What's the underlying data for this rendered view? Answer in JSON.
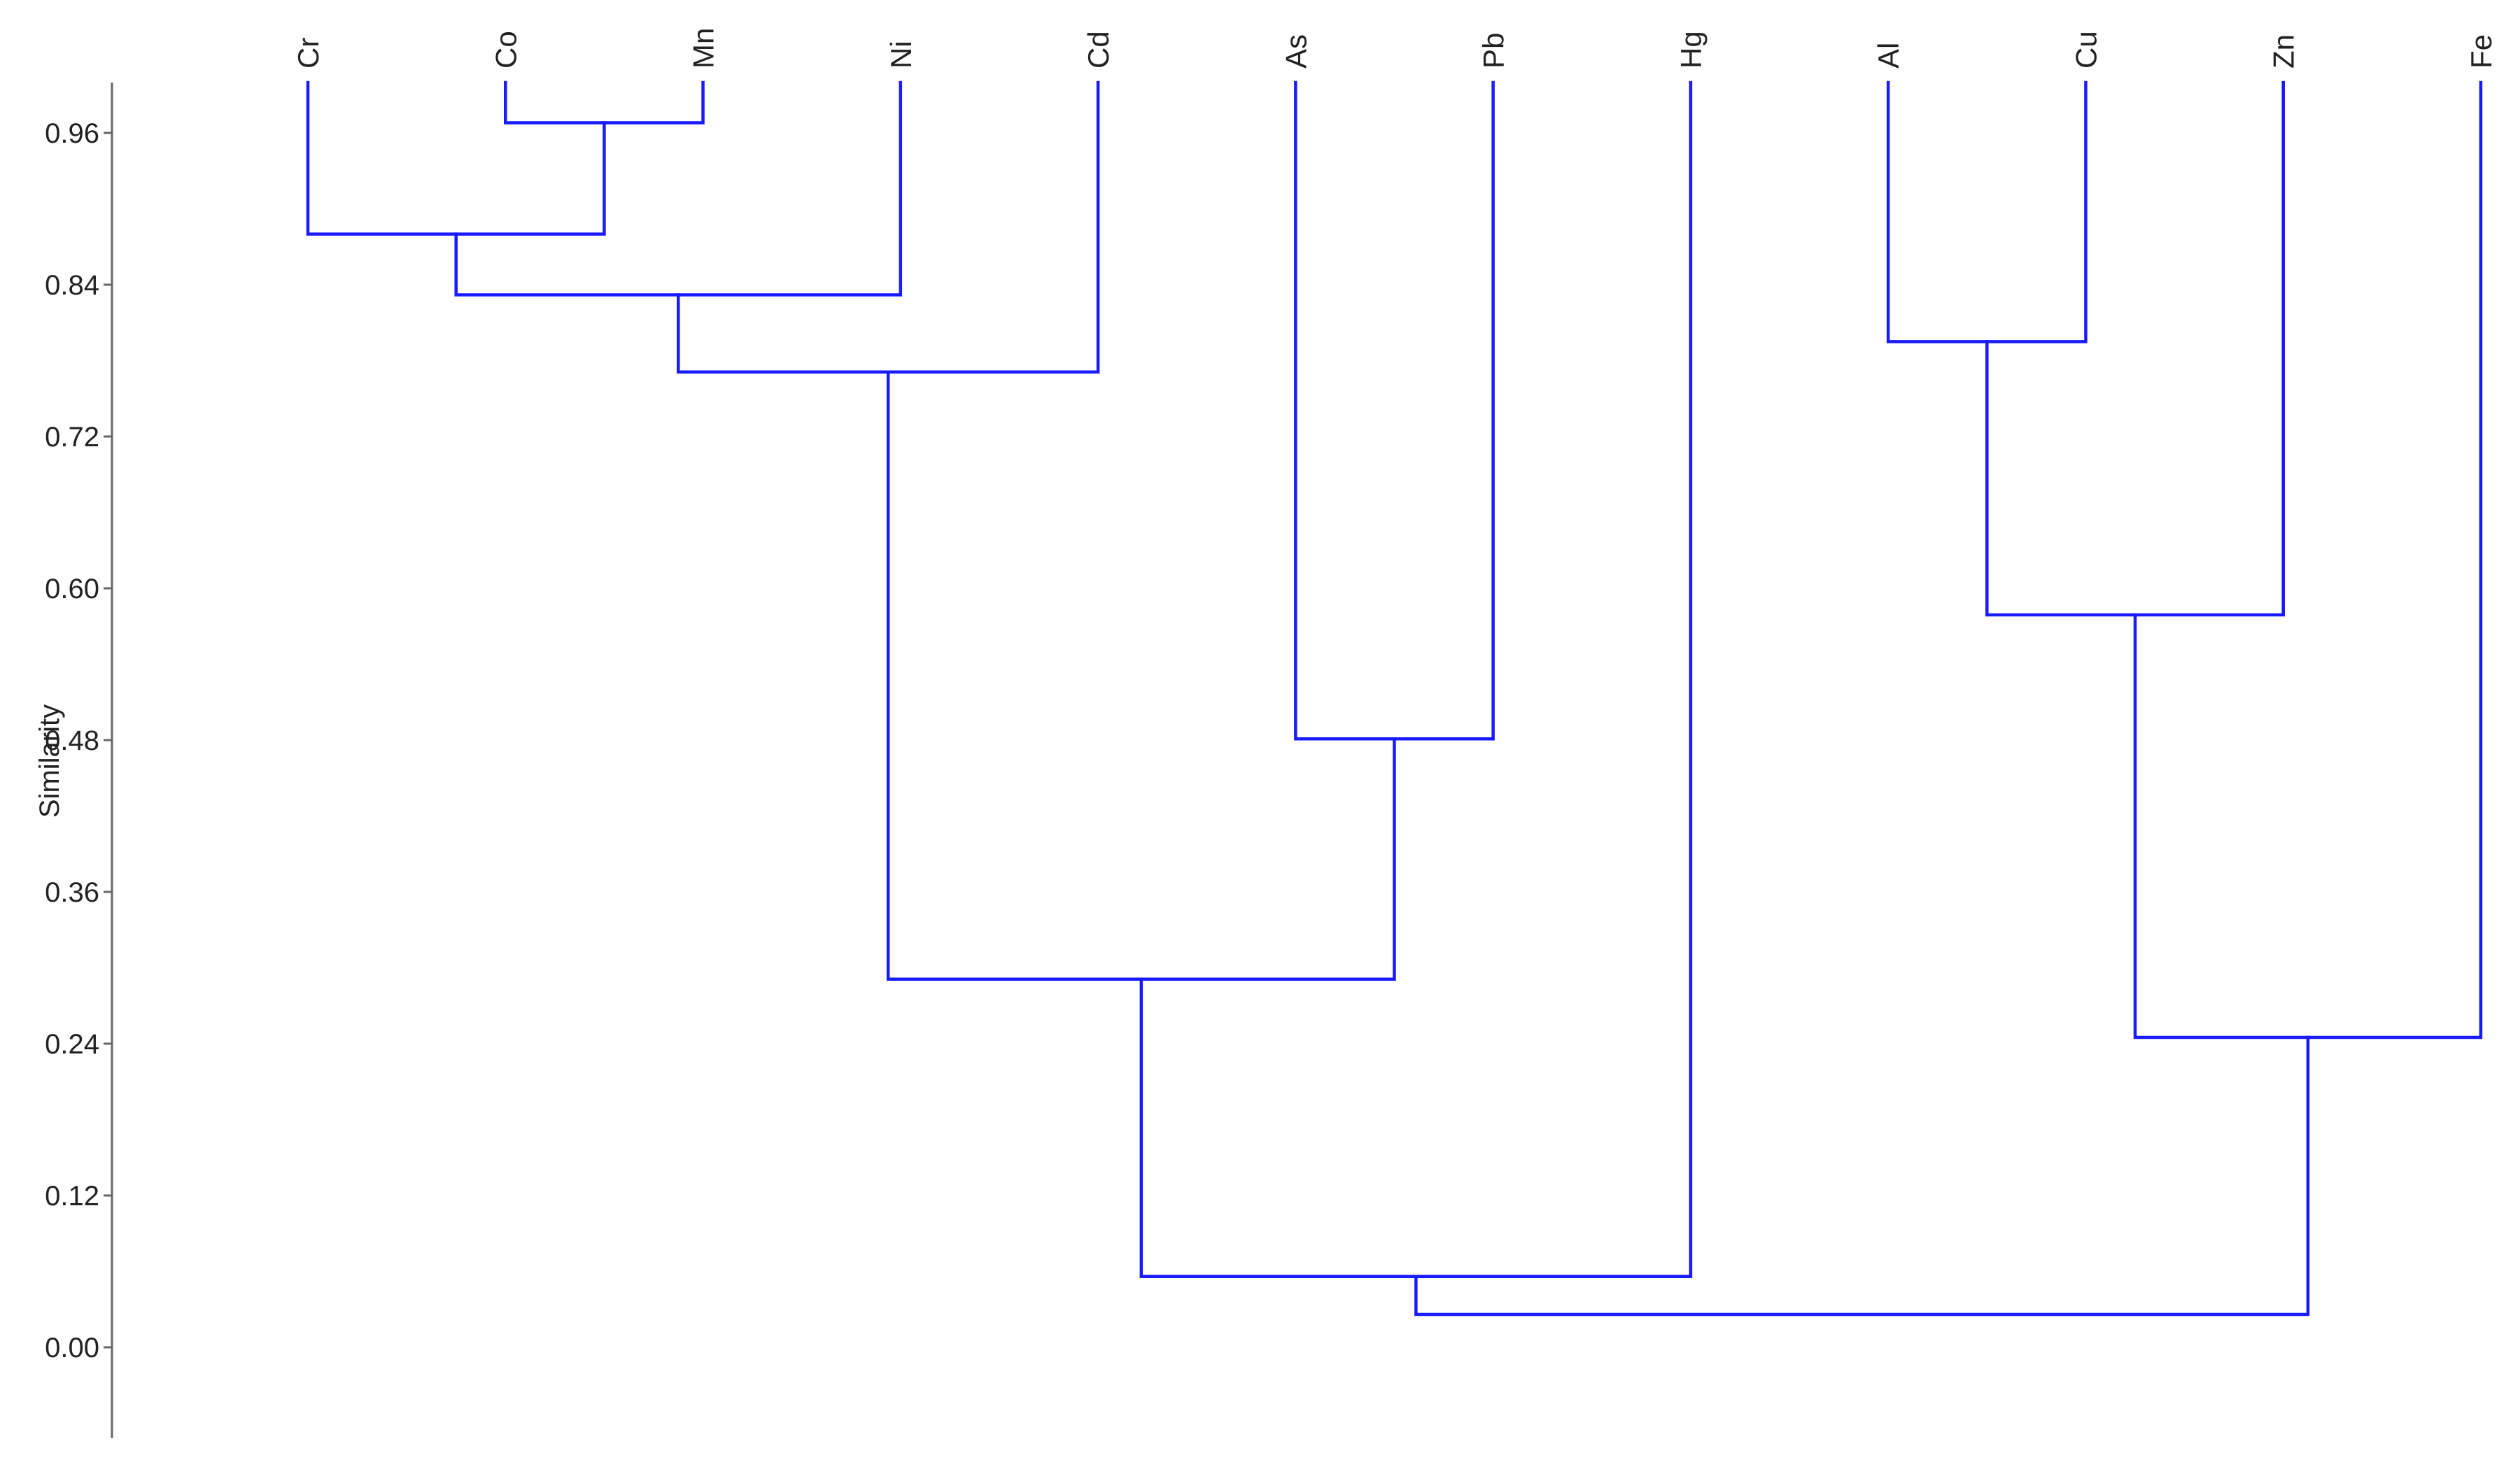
{
  "chart_data": {
    "type": "dendrogram",
    "ylabel": "Similarity",
    "ylim": [
      -0.09,
      1.0
    ],
    "yticks": [
      0.96,
      0.84,
      0.72,
      0.6,
      0.48,
      0.36,
      0.24,
      0.12,
      0.0
    ],
    "ytick_labels": [
      "0.96",
      "0.84",
      "0.72",
      "0.60",
      "0.48",
      "0.36",
      "0.24",
      "0.12",
      "0.00"
    ],
    "leaves": [
      "Cr",
      "Co",
      "Mn",
      "Ni",
      "Cd",
      "As",
      "Pb",
      "Hg",
      "Al",
      "Cu",
      "Zn",
      "Fe"
    ],
    "merges": [
      {
        "id": "n1",
        "left": "Co",
        "right": "Mn",
        "similarity": 0.968
      },
      {
        "id": "n2",
        "left": "Cr",
        "right": "n1",
        "similarity": 0.88
      },
      {
        "id": "n3",
        "left": "n2",
        "right": "Ni",
        "similarity": 0.832
      },
      {
        "id": "n4",
        "left": "n3",
        "right": "Cd",
        "similarity": 0.771
      },
      {
        "id": "n5",
        "left": "Al",
        "right": "Cu",
        "similarity": 0.795
      },
      {
        "id": "n6",
        "left": "As",
        "right": "Pb",
        "similarity": 0.481
      },
      {
        "id": "n7",
        "left": "n5",
        "right": "Zn",
        "similarity": 0.579
      },
      {
        "id": "n8",
        "left": "n4",
        "right": "n6",
        "similarity": 0.291
      },
      {
        "id": "n9",
        "left": "n7",
        "right": "Fe",
        "similarity": 0.245
      },
      {
        "id": "n10",
        "left": "n8",
        "right": "Hg",
        "similarity": 0.056
      },
      {
        "id": "n11",
        "left": "n10",
        "right": "n9",
        "similarity": 0.026
      }
    ],
    "grid": false
  },
  "colors": {
    "link": "#1a1aff",
    "axis": "#666666",
    "text": "#222222"
  }
}
